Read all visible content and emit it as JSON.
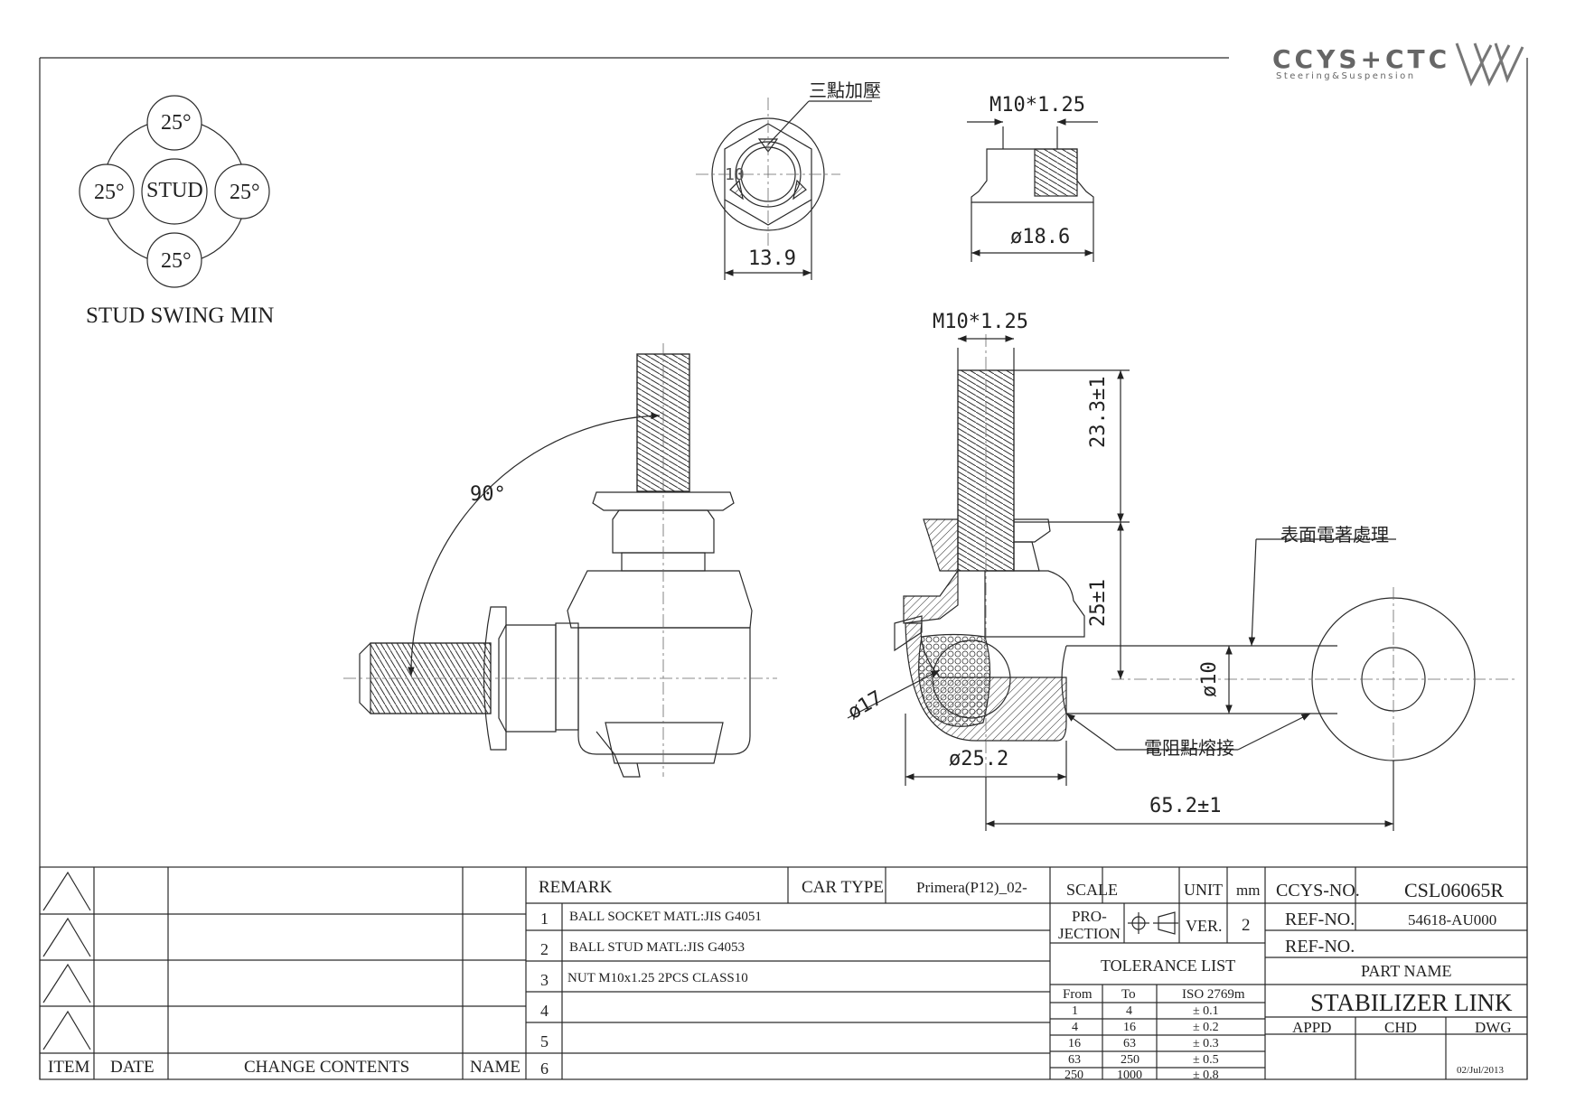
{
  "logo": {
    "brand": "CCYS+CTC",
    "tagline": "Steering&Suspension"
  },
  "swing": {
    "values": [
      "25°",
      "25°",
      "25°",
      "25°"
    ],
    "center": "STUD",
    "caption": "STUD SWING MIN"
  },
  "annotations": {
    "three_point": "三點加壓",
    "m10_top": "M10*1.25",
    "m10_main": "M10*1.25",
    "nut_inner": "10",
    "hex_width": "13.9",
    "flange_dia": "ø18.6",
    "angle": "90°",
    "thread_len": "23.3±1",
    "height": "25±1",
    "ball_dia": "ø17",
    "rod_dia": "ø10",
    "body_dia": "ø25.2",
    "length": "65.2±1",
    "surface": "表面電著處理",
    "weld": "電阻點熔接"
  },
  "title_block": {
    "revision_headers": {
      "item": "ITEM",
      "date": "DATE",
      "change": "CHANGE CONTENTS",
      "name": "NAME"
    },
    "remark_label": "REMARK",
    "car_type_label": "CAR TYPE",
    "car_type": "Primera(P12)_02-",
    "remarks": [
      {
        "no": "1",
        "text": "BALL SOCKET MATL:JIS  G4051"
      },
      {
        "no": "2",
        "text": "BALL STUD MATL:JIS G4053"
      },
      {
        "no": "3",
        "text": "NUT M10x1.25 2PCS CLASS10"
      },
      {
        "no": "4",
        "text": ""
      },
      {
        "no": "5",
        "text": ""
      },
      {
        "no": "6",
        "text": ""
      }
    ],
    "scale_label": "SCALE",
    "unit_label": "UNIT",
    "unit": "mm",
    "projection_label": [
      "PRO-",
      "JECTION"
    ],
    "ver_label": "VER.",
    "ver": "2",
    "tolerance_title": "TOLERANCE LIST",
    "tolerance_headers": [
      "From",
      "To",
      "ISO 2769m"
    ],
    "tolerance_rows": [
      [
        "1",
        "4",
        "± 0.1"
      ],
      [
        "4",
        "16",
        "± 0.2"
      ],
      [
        "16",
        "63",
        "± 0.3"
      ],
      [
        "63",
        "250",
        "± 0.5"
      ],
      [
        "250",
        "1000",
        "± 0.8"
      ]
    ],
    "ccys_label": "CCYS-NO.",
    "ccys_no": "CSL06065R",
    "ref_label_1": "REF-NO.",
    "ref_no_1": "54618-AU000",
    "ref_label_2": "REF-NO.",
    "ref_no_2": "",
    "part_name_label": "PART NAME",
    "part_name": "STABILIZER LINK",
    "appd": "APPD",
    "chd": "CHD",
    "dwg": "DWG",
    "date": "02/Jul/2013"
  },
  "colors": {
    "line": "#2a2a2a",
    "center": "#555555",
    "logo": "#666666"
  }
}
